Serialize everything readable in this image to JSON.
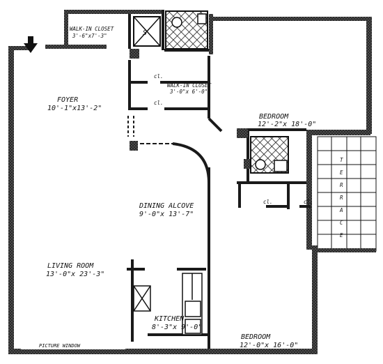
{
  "rooms": {
    "foyer": {
      "name": "FOYER",
      "dims": "10'-1\"x13'-2\""
    },
    "walk_in_closet_top": {
      "name": "WALK-IN CLOSET",
      "dims": "3'-6\"x7'-3\""
    },
    "walk_in_closet_mid": {
      "name": "WALK-IN CLOSET",
      "dims": "3'-0\"x 6'-0\""
    },
    "bedroom_upper": {
      "name": "BEDROOM",
      "dims": "12'-2\"x 18'-0\""
    },
    "dining_alcove": {
      "name": "DINING ALCOVE",
      "dims": "9'-0\"x 13'-7\""
    },
    "living_room": {
      "name": "LIVING ROOM",
      "dims": "13'-0\"x 23'-3\""
    },
    "kitchen": {
      "name": "KITCHEN",
      "dims": "8'-3\"x 9'-0\""
    },
    "bedroom_lower": {
      "name": "BEDROOM",
      "dims": "12'-0\"x 16'-0\""
    }
  },
  "labels": {
    "cl": "cl.",
    "picture_window": "PICTURE WINDOW",
    "terrace": [
      "T",
      "E",
      "R",
      "R",
      "A",
      "C",
      "E"
    ],
    "stair": "S"
  }
}
